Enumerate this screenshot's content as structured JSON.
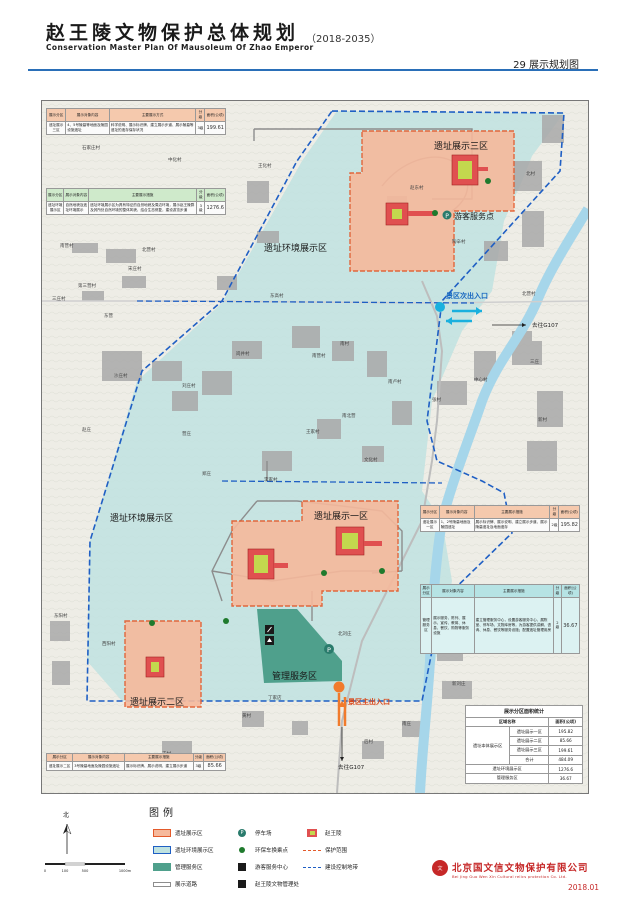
{
  "header": {
    "title_cn": "赵王陵文物保护总体规划",
    "title_years": "（2018-2035）",
    "title_en": "Conservation Master Plan Of Mausoleum Of Zhao Emperor",
    "sheet_title": "29  展示规划图"
  },
  "zones": {
    "env_north": "遗址环境展示区",
    "env_south": "遗址环境展示区",
    "site1": "遗址展示一区",
    "site2": "遗址展示二区",
    "site3": "遗址展示三区",
    "service_center": "管理服务区",
    "tourist_service": "游客服务点",
    "main_entrance": "景区主出入口",
    "secondary_entrance": "景区次出入口",
    "to_g107_east": "去往G107",
    "to_g107_south": "去往G107"
  },
  "place_labels": [
    "石家庄村",
    "中化村",
    "王化村",
    "南营村",
    "北营村",
    "宋庄村",
    "第三营村",
    "三庄村",
    "东营",
    "赵东村",
    "北村",
    "陶辛村",
    "东高村",
    "北营村",
    "岗井村",
    "南营村",
    "沙庄村",
    "刘庄村",
    "南卢村",
    "南北营",
    "王家村",
    "文化村",
    "中心村",
    "新村",
    "三庄",
    "南村",
    "东阳村",
    "西阳村",
    "北刘庄",
    "新刘庄",
    "丁家店",
    "黄村",
    "后村",
    "南庄",
    "王村",
    "郑庄",
    "李家村",
    "张村",
    "赵庄",
    "营庄"
  ],
  "tables": {
    "top_left": {
      "headers": [
        "展示分区",
        "展示对象内容",
        "主要展示方式",
        "分级",
        "面积(公顷)"
      ],
      "row": [
        "遗址展示三区",
        "4、5号陵墓等地面及陵园设施遗址",
        "科学说明、展示标识牌、建立展示步道、展示陵墓等遗址的遗存保存状况",
        "3级",
        "199.61"
      ]
    },
    "mid_left": {
      "headers": [
        "展示分区",
        "展示对象内容",
        "主要展示措施",
        "分级",
        "面积(公顷)"
      ],
      "row": [
        "遗址环境展示区",
        "自然地貌及遗址环境展示",
        "遗址环境展示区为具有特征的自然地貌及周边环境，展示赵王陵群及其所处自然环境的整体风貌，结合生态修复，建设游览步道",
        "3级",
        "1276.6"
      ]
    },
    "right_mid": {
      "headers": [
        "展示分区",
        "展示对象内容",
        "主要展示措施",
        "分级",
        "面积(公顷)"
      ],
      "row": [
        "遗址展示一区",
        "1、2号陵墓地面及陵园遗址",
        "展示标识牌、展示说明、建立展示步道、展示陵墓遗址及地面遗存",
        "2级",
        "195.82"
      ]
    },
    "right_big": {
      "headers": [
        "展示分区",
        "展示对象内容",
        "主要展示措施",
        "分级",
        "面积(公顷)"
      ],
      "row": [
        "管理服务区",
        "展示服务、陈列、展示、宣传、教育、休息、餐饮、购物等服务设施",
        "建立管理服务中心，设置游客服务中心、展陈室、停车场、文物库房等，为游客提供讲解、咨询、休息、餐饮等服务设施；配置遗址管理用房",
        "2级",
        "36.67"
      ]
    },
    "bottom_left": {
      "headers": [
        "展示分区",
        "展示对象内容",
        "主要展示措施",
        "分级",
        "面积(公顷)"
      ],
      "row": [
        "遗址展示二区",
        "3号陵墓地面及陵园设施遗址",
        "展示标识牌、展示说明、建立展示步道",
        "3级",
        "85.66"
      ]
    },
    "summary": {
      "caption": "展示分区面积统计",
      "col_headers": [
        "区域名称",
        "面积(公顷)"
      ],
      "group": "遗址本体展示区",
      "rows": [
        [
          "遗址展示一区",
          "195.82"
        ],
        [
          "遗址展示二区",
          "85.66"
        ],
        [
          "遗址展示三区",
          "199.61"
        ],
        [
          "合计",
          "484.09"
        ]
      ],
      "env_row": [
        "遗址环境展示区",
        "1276.6"
      ],
      "service_row": [
        "管理服务区",
        "36.67"
      ]
    }
  },
  "legend": {
    "title": "图例",
    "north": "北",
    "scale_ticks": [
      "0",
      "100",
      "500",
      "1000m"
    ],
    "items": [
      {
        "label": "遗址展示区",
        "color": "#f6b99c"
      },
      {
        "label": "遗址环境展示区",
        "color": "#bfe2e0"
      },
      {
        "label": "管理服务区",
        "color": "#4fa08c"
      },
      {
        "label": "展示道路",
        "color": "#c7c7c7"
      },
      {
        "label": "停车场",
        "icon": "parking-icon"
      },
      {
        "label": "环保车换乘点",
        "icon": "green-dot-icon"
      },
      {
        "label": "游客服务中心",
        "icon": "tourist-center-icon"
      },
      {
        "label": "赵王陵文物管理处",
        "icon": "admin-office-icon"
      },
      {
        "label": "赵王陵",
        "icon": "mausoleum-icon"
      },
      {
        "label": "保护范围",
        "color": "#e35a2b"
      },
      {
        "label": "建设控制地带",
        "color": "#1f5fc4"
      }
    ]
  },
  "footer": {
    "company_cn": "北京国文信文物保护有限公司",
    "company_en": "Bei Jing Guo Wen Xin Cultural relics protection Co. Ltd.",
    "date": "2018.01",
    "seal": "文"
  }
}
